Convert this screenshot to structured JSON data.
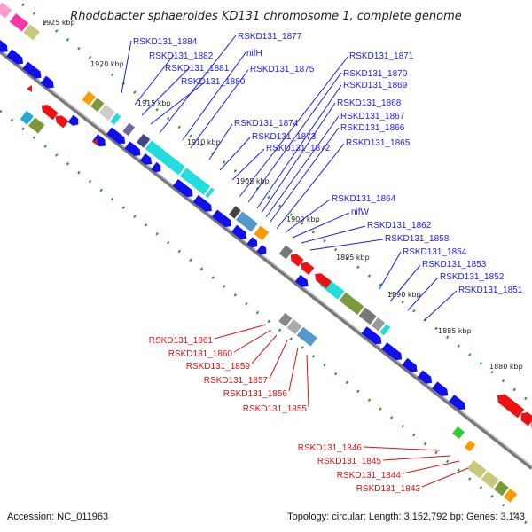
{
  "title": "Rhodobacter sphaeroides KD131 chromosome 1, complete genome",
  "accession": "Accession: NC_011963",
  "topology": "Topology: circular; Length: 3,152,792 bp; Genes: 3,143",
  "scale_ticks": [
    {
      "label": "1925 kbp"
    },
    {
      "label": "1920 kbp"
    },
    {
      "label": "1915 kbp"
    },
    {
      "label": "1910 kbp"
    },
    {
      "label": "1905 kbp"
    },
    {
      "label": "1900 kbp"
    },
    {
      "label": "1895 kbp"
    },
    {
      "label": "1890 kbp"
    },
    {
      "label": "1885 kbp"
    },
    {
      "label": "1880 kbp"
    }
  ],
  "forward_genes": [
    "RSKD131_1884",
    "RSKD131_1877",
    "RSKD131_1882",
    "RSKD131_1881",
    "nifH",
    "RSKD131_1875",
    "RSKD131_1880",
    "RSKD131_1871",
    "RSKD131_1870",
    "RSKD131_1869",
    "RSKD131_1868",
    "RSKD131_1867",
    "RSKD131_1866",
    "RSKD131_1874",
    "RSKD131_1873",
    "RSKD131_1872",
    "RSKD131_1865",
    "RSKD131_1864",
    "nifW",
    "RSKD131_1862",
    "RSKD131_1858",
    "RSKD131_1854",
    "RSKD131_1853",
    "RSKD131_1852",
    "RSKD131_1851"
  ],
  "reverse_genes": [
    "RSKD131_1861",
    "RSKD131_1860",
    "RSKD131_1859",
    "RSKD131_1857",
    "RSKD131_1856",
    "RSKD131_1855",
    "RSKD131_1846",
    "RSKD131_1845",
    "RSKD131_1844",
    "RSKD131_1843"
  ],
  "colors": {
    "forward": "#1010ee",
    "reverse": "#ee1111",
    "backbone": "#888888",
    "tick": "#2a9a2a",
    "cyan": "#22dddd",
    "orange": "#ff9900",
    "olive": "#7a9a3a",
    "steel": "#5599cc",
    "gray": "#777777",
    "magenta": "#ff33aa",
    "khaki": "#c8c87a"
  }
}
